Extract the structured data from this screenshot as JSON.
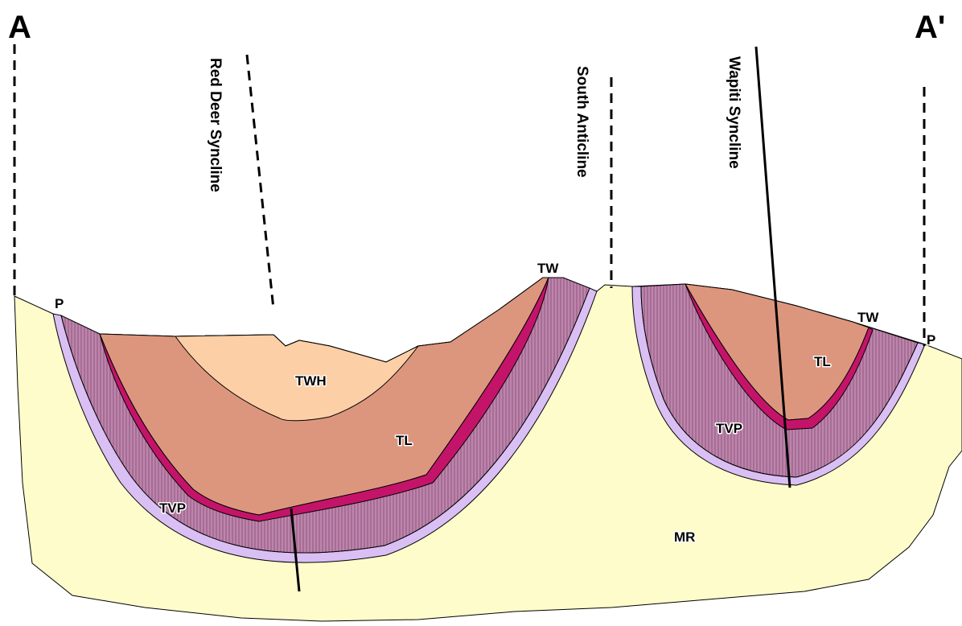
{
  "section": {
    "left_end": "A",
    "right_end": "A'"
  },
  "axes": {
    "red_deer": "Red Deer Syncline",
    "south_anticline": "South Anticline",
    "wapiti": "Wapiti Syncline"
  },
  "units": {
    "mr": "MR",
    "tvp_left": "TVP",
    "tl_left": "TL",
    "twh": "TWH",
    "p_left": "P",
    "tw_mid": "TW",
    "tvp_right": "TVP",
    "tl_right": "TL",
    "tw_right": "TW",
    "p_right": "P"
  },
  "colors": {
    "mr": "#fefccb",
    "tvp": "#b87fa8",
    "p_layer": "#d9bff3",
    "tl": "#dd967e",
    "tw_layer": "#c4146a",
    "twh": "#fdcfa6"
  }
}
